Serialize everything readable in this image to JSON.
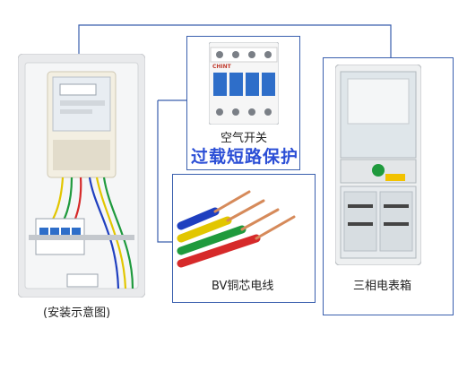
{
  "captions": {
    "install_diagram": "(安装示意图)",
    "air_switch": "空气开关",
    "overload_protection": "过载短路保护",
    "bv_wire": "BV铜芯电线",
    "meter_box": "三相电表箱"
  },
  "brand": "CHINT",
  "colors": {
    "connector_line": "#3a5fae",
    "headline_blue": "#2c4fd6",
    "breaker_blue": "#2e6ec9",
    "wire_yellow": "#e2c600",
    "wire_green": "#1f9a3d",
    "wire_red": "#d62a2a",
    "copper": "#d68a5a"
  },
  "icons": [
    "install-diagram-photo",
    "circuit-breaker-image",
    "wire-bundle-image",
    "meter-box-image"
  ]
}
